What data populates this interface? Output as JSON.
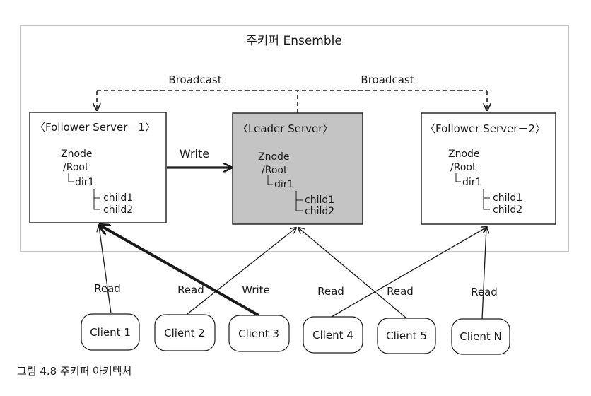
{
  "diagram": {
    "title": "주키퍼 Ensemble",
    "broadcast_labels": [
      "Broadcast",
      "Broadcast"
    ],
    "servers": {
      "follower1": {
        "title": "〈Follower Server－1〉",
        "tree": [
          "Znode",
          "/Root",
          "dir1",
          "child1",
          "child2"
        ]
      },
      "leader": {
        "title": "〈Leader Server〉",
        "tree": [
          "Znode",
          "/Root",
          "dir1",
          "child1",
          "child2"
        ]
      },
      "follower2": {
        "title": "〈Follower Server－2〉",
        "tree": [
          "Znode",
          "/Root",
          "dir1",
          "child1",
          "child2"
        ]
      }
    },
    "write_label": "Write",
    "edge_labels": {
      "read1": "Read",
      "read2": "Read",
      "write3": "Write",
      "read4": "Read",
      "read5": "Read",
      "readN": "Read"
    },
    "clients": [
      "Client 1",
      "Client 2",
      "Client 3",
      "Client 4",
      "Client 5",
      "Client N"
    ]
  },
  "caption": "그림 4.8 주키퍼 아키텍처",
  "colors": {
    "leader_fill": "#c4c4c4",
    "line": "#1a1a1a",
    "ensemble_border": "#9a9a9a"
  }
}
